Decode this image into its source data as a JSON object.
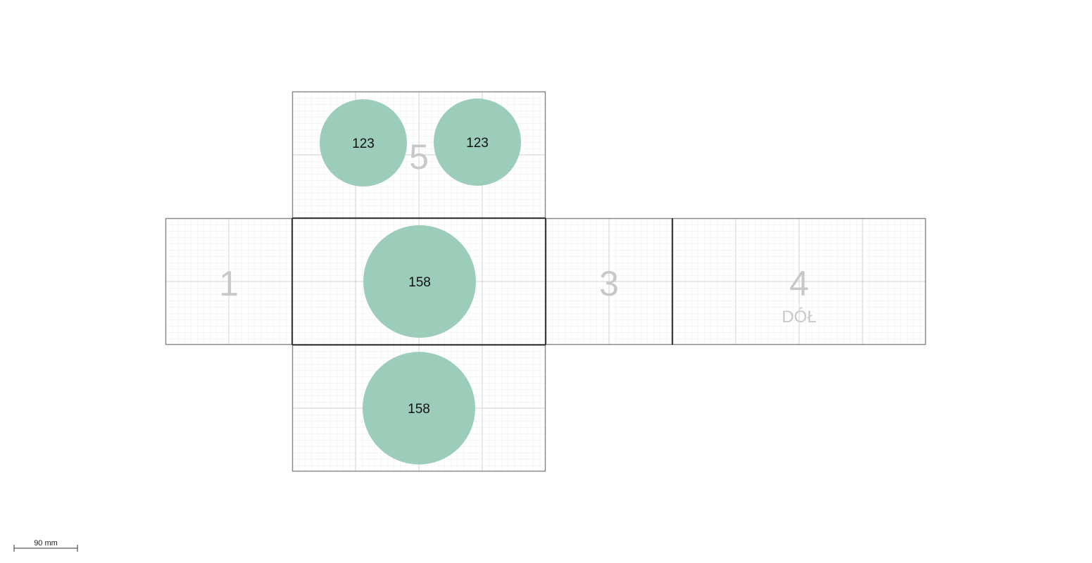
{
  "colors": {
    "grid_minor": "#ececec",
    "grid_major": "#d2d2d2",
    "panel_border": "#8a8a8a",
    "fold_line": "#222222",
    "circle_fill": "#9ccdbb",
    "panel_text": "#c8c8c8"
  },
  "panels": [
    {
      "id": "panel-1",
      "number": "1",
      "sublabel": ""
    },
    {
      "id": "panel-2",
      "number": "",
      "sublabel": ""
    },
    {
      "id": "panel-3",
      "number": "3",
      "sublabel": ""
    },
    {
      "id": "panel-4",
      "number": "4",
      "sublabel": "DÓŁ"
    },
    {
      "id": "panel-5",
      "number": "5",
      "sublabel": ""
    },
    {
      "id": "panel-6",
      "number": "",
      "sublabel": ""
    }
  ],
  "circles": [
    {
      "panel": "panel-5",
      "label": "123"
    },
    {
      "panel": "panel-5",
      "label": "123"
    },
    {
      "panel": "panel-2",
      "label": "158"
    },
    {
      "panel": "panel-6",
      "label": "158"
    }
  ],
  "scale_bar": {
    "label": "90 mm"
  }
}
